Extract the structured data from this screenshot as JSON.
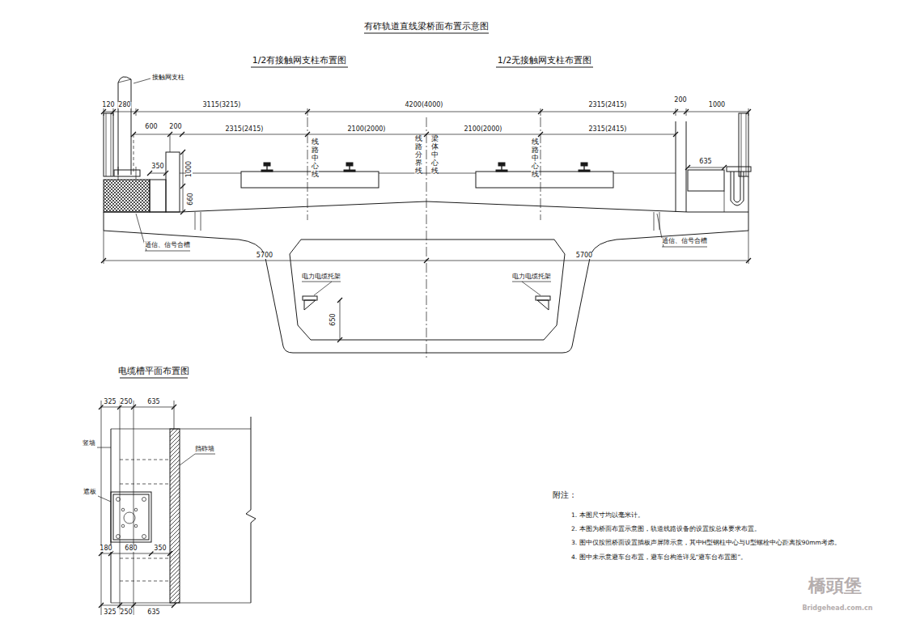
{
  "diagram": {
    "title": "有砟轨道直线梁桥面布置示意图",
    "labels": [
      "1/2有接触网支柱布置图",
      "1/2无接触网支柱布置图",
      "接触网支柱",
      "120",
      "280",
      "3115(3215)",
      "4200(4000)",
      "2315(2415)",
      "200",
      "1000",
      "600",
      "200",
      "2315(2415)",
      "2100(2000)",
      "2100(2000)",
      "2315(2415)",
      "350",
      "1000",
      "660",
      "635",
      "线路中心线",
      "线路分界线",
      "梁体中心线",
      "线路中心线",
      "通信、信号合槽",
      "通信、信号合槽",
      "5700",
      "5700",
      "电力电缆托架",
      "电力电缆托架",
      "650",
      "电缆槽平面布置图",
      "325",
      "250",
      "635",
      "竖墙",
      "遮板",
      "挡砟墙",
      "180",
      "680",
      "350",
      "325",
      "250",
      "635",
      "附注：",
      "1. 本图尺寸均以毫米计。",
      "2. 本图为桥面布置示意图，轨道线路设备的设置按总体要求布置。",
      "3. 图中仅按照桥面设置插板声屏障示意，其中H型钢柱中心与U型螺栓中心距离按90mm考虑。",
      "4. 图中未示意避车台布置，避车台构造详见“避车台布置图”。",
      "橋頭堡",
      "Bridgehead.com.cn"
    ]
  }
}
